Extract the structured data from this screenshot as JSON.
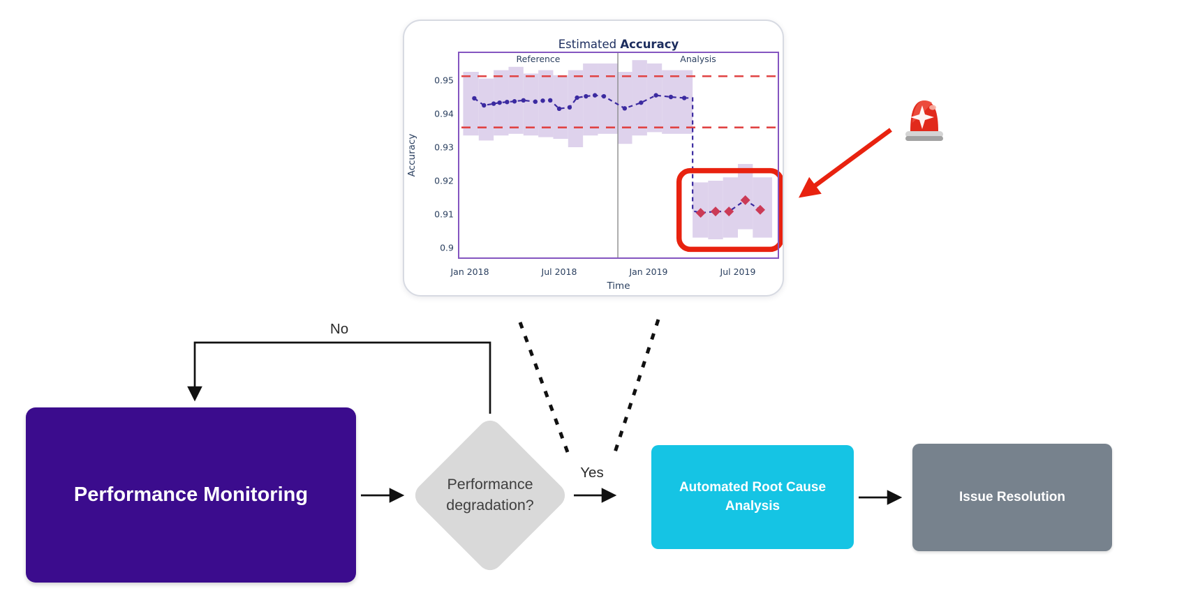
{
  "chart": {
    "title_regular": "Estimated",
    "title_bold": "Accuracy",
    "xlabel": "Time",
    "ylabel": "Accuracy",
    "reference_label": "Reference",
    "analysis_label": "Analysis"
  },
  "chart_data": {
    "type": "line",
    "title": "Estimated Accuracy",
    "xlabel": "Time",
    "ylabel": "Accuracy",
    "x_unit": "months since Jan 2018",
    "x_ticks": [
      {
        "t": 0,
        "label": "Jan 2018"
      },
      {
        "t": 6,
        "label": "Jul 2018"
      },
      {
        "t": 12,
        "label": "Jan 2019"
      },
      {
        "t": 18,
        "label": "Jul 2019"
      }
    ],
    "y_ticks": [
      {
        "v": 0.9,
        "label": "0.9"
      },
      {
        "v": 0.91,
        "label": "0.91"
      },
      {
        "v": 0.92,
        "label": "0.92"
      },
      {
        "v": 0.93,
        "label": "0.93"
      },
      {
        "v": 0.94,
        "label": "0.94"
      },
      {
        "v": 0.95,
        "label": "0.95"
      }
    ],
    "xlim": [
      -0.75,
      20.72
    ],
    "ylim": [
      0.8969,
      0.9583
    ],
    "grid": false,
    "legend": "none",
    "reference_end_t": 9.94,
    "thresholds": {
      "upper": 0.9512,
      "lower": 0.9359
    },
    "drop_line_t": 14.96,
    "series": [
      {
        "name": "estimated-accuracy-reference",
        "marker": "circle",
        "points": [
          [
            0.3,
            0.9446
          ],
          [
            0.95,
            0.9425
          ],
          [
            1.6,
            0.943
          ],
          [
            2.0,
            0.9433
          ],
          [
            2.5,
            0.9435
          ],
          [
            3.0,
            0.9437
          ],
          [
            3.6,
            0.944
          ],
          [
            4.4,
            0.9436
          ],
          [
            4.9,
            0.9439
          ],
          [
            5.4,
            0.944
          ],
          [
            6.0,
            0.9415
          ],
          [
            6.7,
            0.9419
          ],
          [
            7.2,
            0.9448
          ],
          [
            7.8,
            0.9452
          ],
          [
            8.4,
            0.9455
          ],
          [
            9.0,
            0.9452
          ]
        ]
      },
      {
        "name": "estimated-accuracy-analysis",
        "marker": "circle",
        "points": [
          [
            10.4,
            0.9416
          ],
          [
            11.5,
            0.9433
          ],
          [
            12.5,
            0.9455
          ],
          [
            13.5,
            0.945
          ],
          [
            14.4,
            0.9447
          ]
        ]
      },
      {
        "name": "estimated-accuracy-analysis-alert",
        "marker": "diamond",
        "points": [
          [
            15.5,
            0.9104
          ],
          [
            16.5,
            0.9108
          ],
          [
            17.4,
            0.9108
          ],
          [
            18.5,
            0.9142
          ],
          [
            19.5,
            0.9113
          ]
        ]
      }
    ],
    "confidence_band": [
      [
        -0.45,
        0.6,
        0.9335,
        0.9525
      ],
      [
        0.6,
        1.6,
        0.932,
        0.9505
      ],
      [
        1.6,
        2.6,
        0.9335,
        0.953
      ],
      [
        2.6,
        3.6,
        0.934,
        0.954
      ],
      [
        3.6,
        4.6,
        0.9335,
        0.952
      ],
      [
        4.6,
        5.6,
        0.933,
        0.953
      ],
      [
        5.6,
        6.6,
        0.9325,
        0.9515
      ],
      [
        6.6,
        7.6,
        0.93,
        0.953
      ],
      [
        7.6,
        8.6,
        0.9335,
        0.955
      ],
      [
        8.6,
        9.94,
        0.934,
        0.955
      ],
      [
        9.94,
        10.9,
        0.931,
        0.9525
      ],
      [
        10.9,
        11.9,
        0.9335,
        0.956
      ],
      [
        11.9,
        12.9,
        0.9345,
        0.955
      ],
      [
        12.9,
        14.96,
        0.934,
        0.953
      ],
      [
        14.96,
        16.0,
        0.903,
        0.9195
      ],
      [
        16.0,
        17.0,
        0.9025,
        0.92
      ],
      [
        17.0,
        18.0,
        0.903,
        0.921
      ],
      [
        18.0,
        19.0,
        0.9055,
        0.925
      ],
      [
        19.0,
        20.3,
        0.903,
        0.921
      ]
    ],
    "alert_box": {
      "t0": 14.05,
      "t1": 20.92,
      "v0": 0.8995,
      "v1": 0.923
    },
    "colors": {
      "band": "#ded2ec",
      "metric_line": "#3b2aa0",
      "alert_marker": "#cb3a56",
      "threshold": "#e04343",
      "plot_border": "#8455c0",
      "separator": "#8c8c8c",
      "axis_text": "#2a3f5f",
      "title_text": "#1c2d5e",
      "alert_box": "#e8220f"
    }
  },
  "callout": {
    "icon": "rotating-siren-light",
    "arrow_color": "#e8220f"
  },
  "flowchart": {
    "nodes": [
      {
        "id": "performance-monitoring",
        "label": "Performance Monitoring",
        "type": "process",
        "bg": "#3b0c8d",
        "text_color": "#ffffff"
      },
      {
        "id": "performance-degradation",
        "label": "Performance degradation?",
        "type": "decision",
        "bg": "#d9d9d9",
        "text_color": "#3e3e3e"
      },
      {
        "id": "root-cause-analysis",
        "label": "Automated Root Cause Analysis",
        "type": "process",
        "bg": "#15c4e4",
        "text_color": "#ffffff"
      },
      {
        "id": "issue-resolution",
        "label": "Issue Resolution",
        "type": "process",
        "bg": "#77828d",
        "text_color": "#ffffff"
      }
    ],
    "edge_labels": {
      "yes": "Yes",
      "no": "No"
    }
  }
}
